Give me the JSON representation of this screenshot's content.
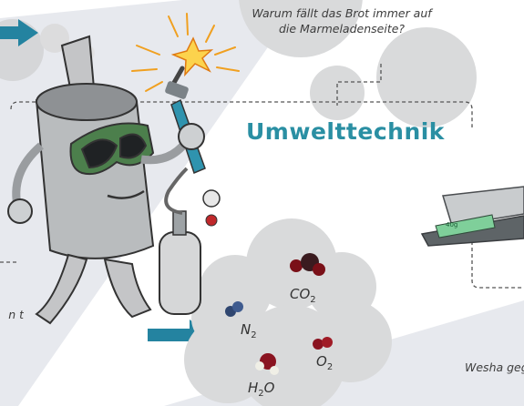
{
  "questions": {
    "top": "Warum fällt das Brot immer auf die Marmeladenseite?",
    "left_fragment": "n t",
    "bottom_fragment": "Wesha gege"
  },
  "section": {
    "title": "Umwelttechnik"
  },
  "molecules": {
    "co2": {
      "base": "CO",
      "sub": "2"
    },
    "n2": {
      "base": "N",
      "sub": "2"
    },
    "o2": {
      "base": "O",
      "sub": "2"
    },
    "h2o": {
      "base": "H",
      "sub": "2",
      "tail": "O"
    }
  },
  "scale": {
    "display": "40g"
  },
  "colors": {
    "accent": "#2a8fa3",
    "arrow": "#2483a0",
    "bubble": "#d9dadb",
    "band": "#e6e8ed",
    "dashed_line": "#555555"
  }
}
